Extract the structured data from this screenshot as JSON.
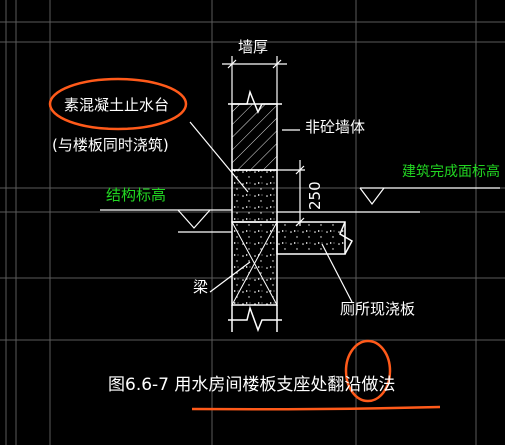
{
  "labels": {
    "wall_thickness": "墙厚",
    "curb_title": "素混凝土止水台",
    "curb_note": "(与楼板同时浇筑)",
    "non_concrete_wall": "非砼墙体",
    "finished_elevation": "建筑完成面标高",
    "structural_elevation": "结构标高",
    "dimension": "250",
    "beam": "梁",
    "toilet_slab": "厕所现浇板",
    "figure_caption": "图6.6-7   用水房间楼板支座处翻沿做法"
  },
  "colors": {
    "background": "#000000",
    "grid": "#5a5a5a",
    "drawing": "#ffffff",
    "green_text": "#22d622",
    "markup": "#ff5a1a"
  }
}
